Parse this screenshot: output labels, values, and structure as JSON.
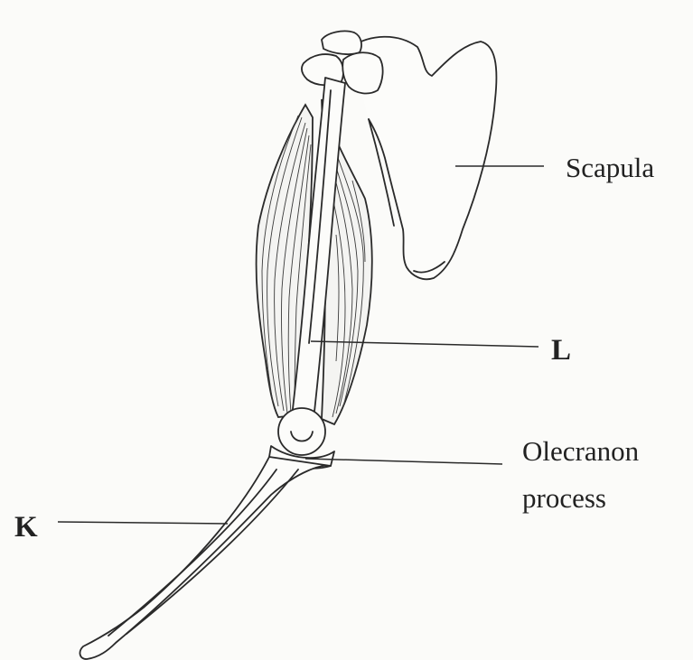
{
  "labels": {
    "scapula": "Scapula",
    "l": "L",
    "olecranon_line1": "Olecranon",
    "olecranon_line2": "process",
    "k": "K"
  },
  "colors": {
    "background": "#fbfbf9",
    "ink": "#2a2a2a"
  }
}
